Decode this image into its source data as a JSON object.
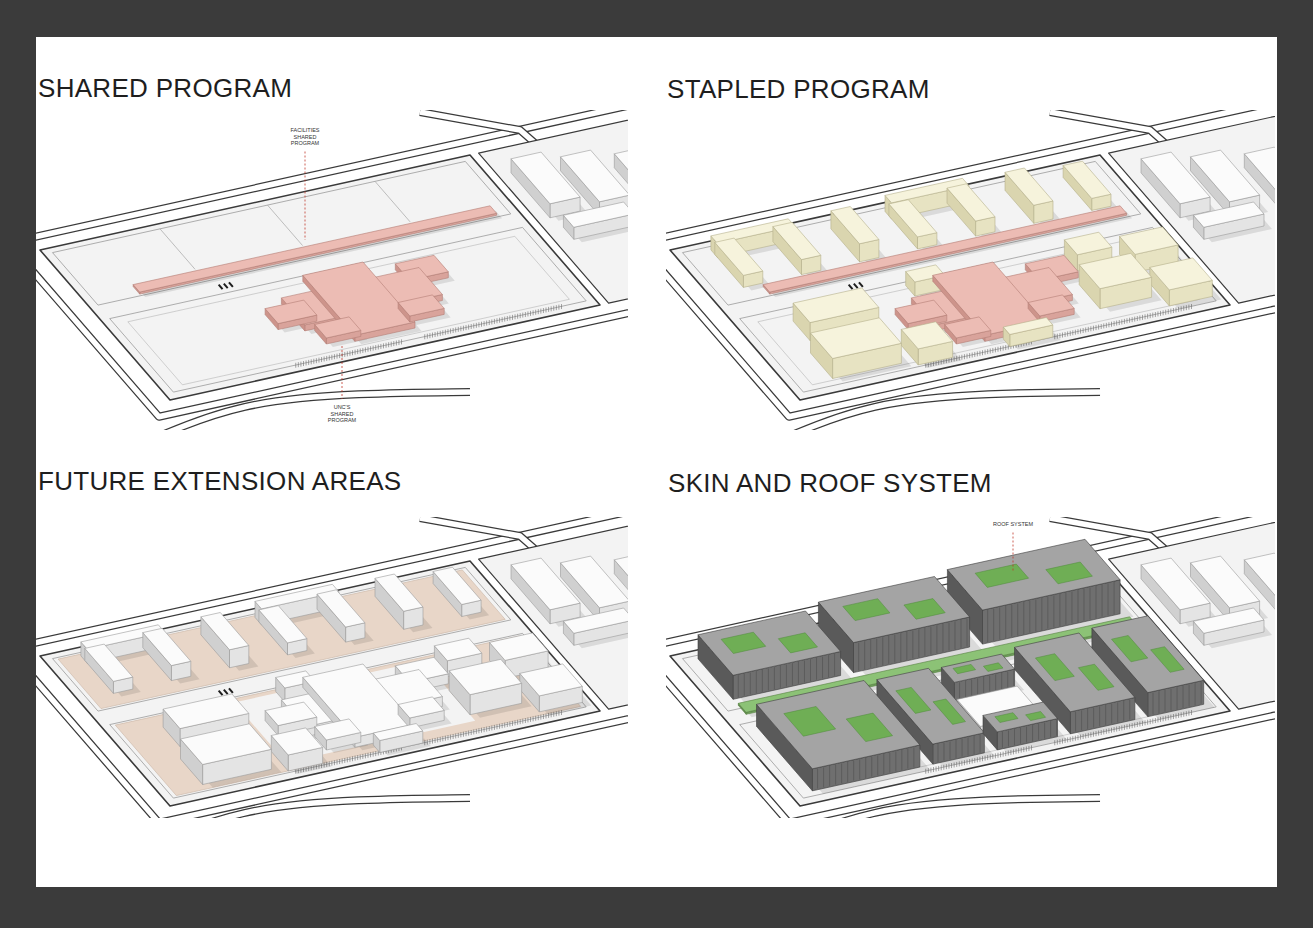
{
  "diagram": {
    "labels": [
      "SHARED PROGRAM",
      "FACILITIES SHARED PROGRAM",
      "UNC'S SHARED PROGRAM",
      "STAPLED PROGRAM",
      "FUTURE EXTENSION AREAS",
      "SKIN AND ROOF SYSTEM",
      "ROOF SYSTEM"
    ]
  }
}
